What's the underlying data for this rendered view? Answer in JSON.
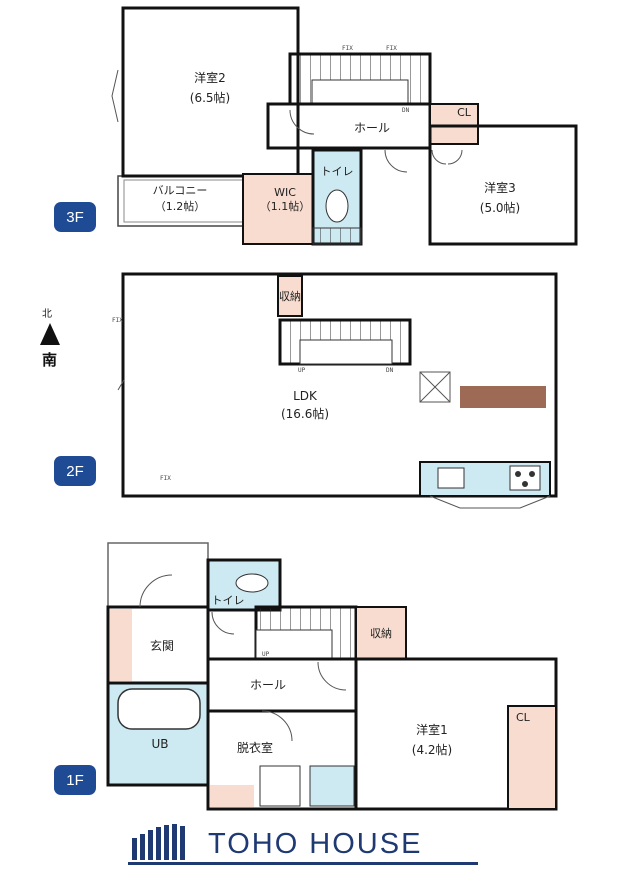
{
  "floors": {
    "f3": {
      "badge": "3F",
      "rooms": {
        "room2_name": "洋室2",
        "room2_size": "(6.5帖)",
        "hall": "ホール",
        "cl": "CL",
        "room3_name": "洋室3",
        "room3_size": "(5.0帖)",
        "balcony_name": "バルコニー",
        "balcony_size": "（1.2帖）",
        "wic_name": "WIC",
        "wic_size": "（1.1帖）",
        "toilet": "トイレ"
      },
      "marks": {
        "fix1": "FIX",
        "fix2": "FIX",
        "dn": "DN"
      }
    },
    "f2": {
      "badge": "2F",
      "rooms": {
        "storage": "収納",
        "ldk_name": "LDK",
        "ldk_size": "(16.6帖)"
      },
      "marks": {
        "fix_left": "FIX",
        "fix_bottom": "FIX",
        "up": "UP",
        "dn": "DN"
      }
    },
    "f1": {
      "badge": "1F",
      "rooms": {
        "toilet": "トイレ",
        "entrance": "玄関",
        "storage": "収納",
        "hall": "ホール",
        "ub": "UB",
        "dressing": "脱衣室",
        "room1_name": "洋室1",
        "room1_size": "(4.2帖)",
        "cl": "CL"
      },
      "marks": {
        "up": "UP"
      }
    }
  },
  "compass": {
    "north": "北",
    "south": "南"
  },
  "logo": {
    "name": "TOHO HOUSE"
  },
  "colors": {
    "badge": "#1f4b94",
    "closet_fill": "#f7dccf",
    "wet_fill": "#cdeaf3",
    "deck": "#9c6a55",
    "brand": "#1f3a73"
  }
}
